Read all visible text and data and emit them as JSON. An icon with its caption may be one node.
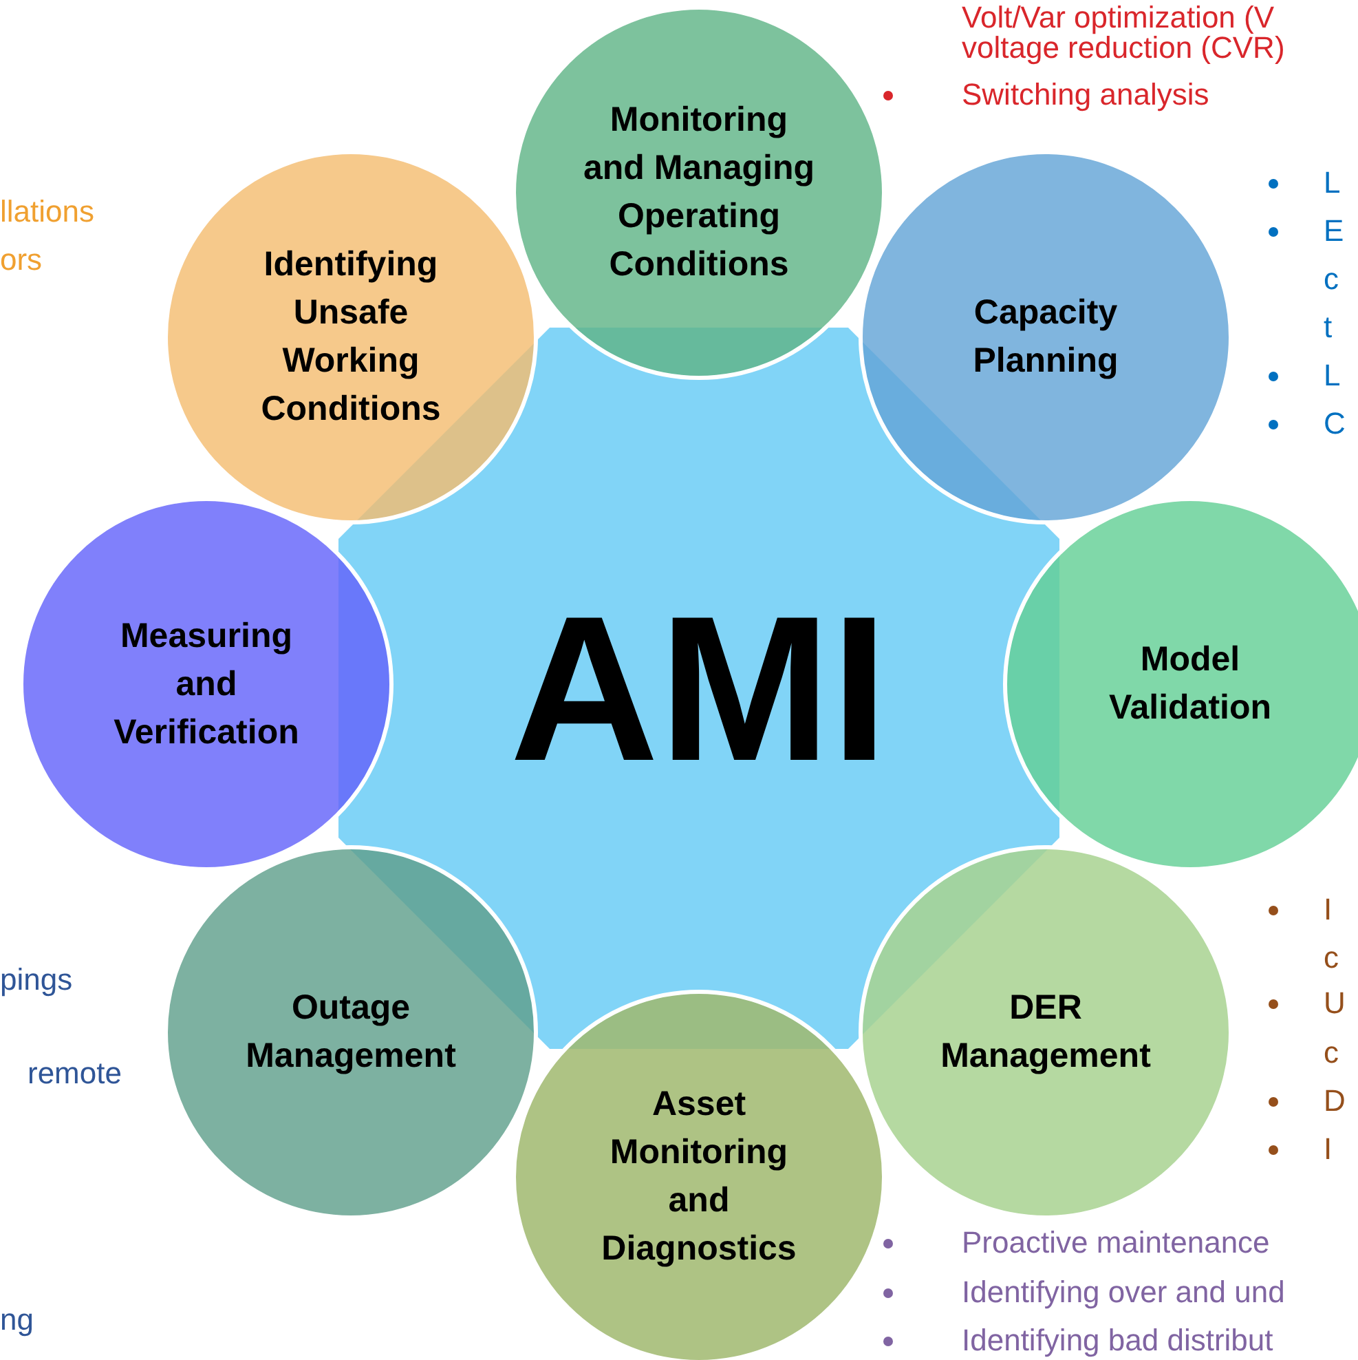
{
  "diagram": {
    "nodes": [
      {
        "text": [
          "Monitoring and Managing Operating Conditions"
        ]
      },
      {
        "text": [
          "Identifying Unsafe Working Conditions"
        ]
      },
      {
        "text": [
          "Capacity Planning"
        ]
      },
      {
        "text": [
          "Measuring and Verification"
        ]
      },
      {
        "text": [
          "AMI"
        ]
      },
      {
        "text": [
          "Model Validation"
        ]
      },
      {
        "text": [
          "Outage Management"
        ]
      },
      {
        "text": [
          "DER Management"
        ]
      },
      {
        "text": [
          "Asset Monitoring and Diagnostics"
        ]
      }
    ],
    "edges": [],
    "labels": [
      "Volt/Var optimization (V",
      "voltage reduction (CVR)",
      "Switching analysis",
      "L",
      "llations",
      "E",
      "ors",
      "c",
      "t",
      "L",
      "C",
      "I",
      "c",
      "pings",
      "U",
      "c",
      "remote",
      "D",
      "I",
      "Proactive maintenance",
      "Identifying over and und",
      "ng",
      "Identifying bad distribut"
    ]
  }
}
